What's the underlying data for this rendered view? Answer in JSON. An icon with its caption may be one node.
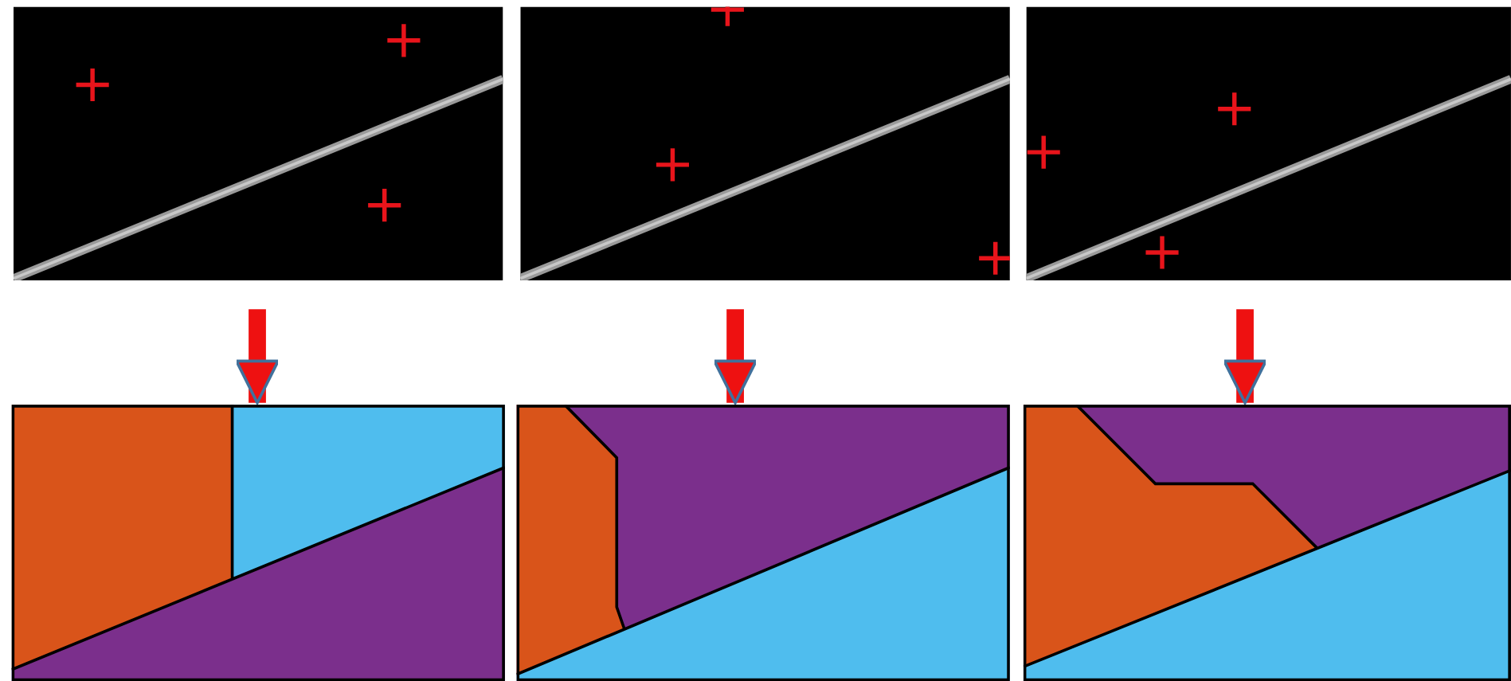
{
  "diagram": {
    "nodes": [
      {
        "text": [],
        "shape": "picture"
      },
      {
        "text": [],
        "shape": "picture"
      },
      {
        "text": [],
        "shape": "picture"
      },
      {
        "text": [],
        "shape": "picture"
      },
      {
        "text": [],
        "shape": "picture"
      },
      {
        "text": [],
        "shape": "picture"
      }
    ],
    "edges": [
      {
        "from": 0,
        "to": 3,
        "arrow": "to"
      },
      {
        "from": 1,
        "to": 4,
        "arrow": "to"
      },
      {
        "from": 2,
        "to": 5,
        "arrow": "to"
      }
    ]
  }
}
